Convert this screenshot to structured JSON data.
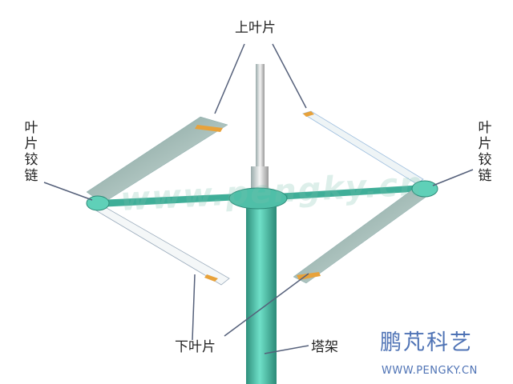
{
  "labels": {
    "upper_blade": "上叶片",
    "left_hinge": "叶片铰链",
    "right_hinge": "叶片铰链",
    "lower_blade": "下叶片",
    "tower": "塔架"
  },
  "watermark": "www.pengky.cn",
  "logo": {
    "name": "鹏芃科艺",
    "url": "WWW.PENGKY.CN"
  },
  "colors": {
    "structure": "#4fbfa8",
    "logo": "#4f73b5",
    "stripe": "#e8a23a"
  }
}
